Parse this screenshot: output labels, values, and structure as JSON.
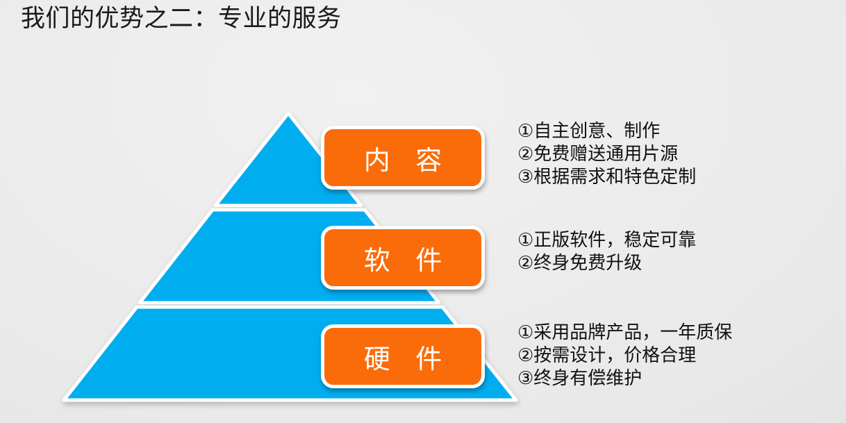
{
  "colors": {
    "pyramid_blue": "#00AEF0",
    "label_orange": "#FA6C0A",
    "label_text": "#FFFFFF",
    "title_text": "#1A1A1A",
    "body_text": "#111111"
  },
  "title": "我们的优势之二：专业的服务",
  "pyramid": {
    "tiers": [
      {
        "id": "content",
        "label": "内 容",
        "points": [
          "①自主创意、制作",
          "②免费赠送通用片源",
          "③根据需求和特色定制"
        ]
      },
      {
        "id": "software",
        "label": "软 件",
        "points": [
          "①正版软件，稳定可靠",
          "②终身免费升级"
        ]
      },
      {
        "id": "hardware",
        "label": "硬 件",
        "points": [
          "①采用品牌产品，一年质保",
          "②按需设计，价格合理",
          "③终身有偿维护"
        ]
      }
    ]
  }
}
